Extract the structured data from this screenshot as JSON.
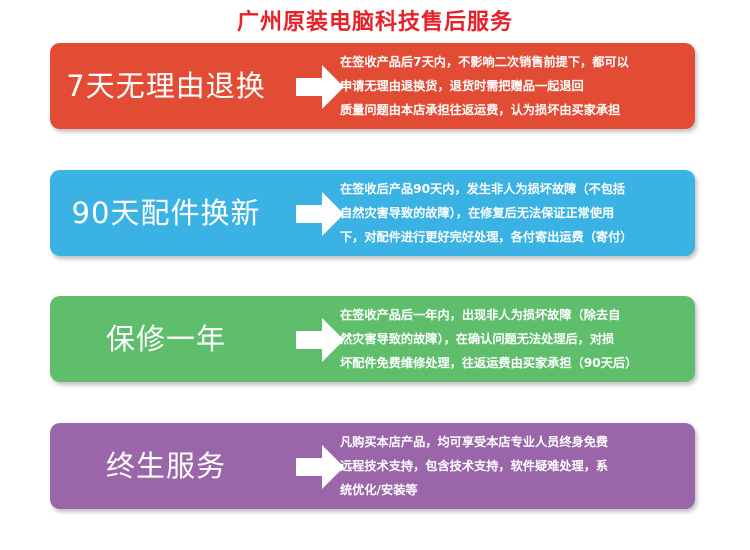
{
  "title": "广州原装电脑科技售后服务",
  "colors": {
    "title": "#e6212a",
    "text": "#ffffff",
    "arrow": "#ffffff"
  },
  "cards": [
    {
      "label": "7天无理由退换",
      "color": "#e24b34",
      "lines": [
        "在签收产品后7天内，不影响二次销售前提下，都可以",
        "申请无理由退换货，退货时需把赠品一起退回",
        "质量问题由本店承担往返运费，认为损坏由买家承担"
      ]
    },
    {
      "label": "90天配件换新",
      "color": "#3ab3e4",
      "lines": [
        "在签收后产品90天内，发生非人为损坏故障（不包括",
        "自然灾害导致的故障），在修复后无法保证正常使用",
        "下，对配件进行更好完好处理，各付寄出运费（寄付）"
      ]
    },
    {
      "label": "保修一年",
      "color": "#5fbe6b",
      "lines": [
        "在签收产品后一年内，出现非人为损坏故障（除去自",
        "然灾害导致的故障），在确认问题无法处理后，对损",
        "坏配件免费维修处理，往返运费由买家承担（90天后）"
      ]
    },
    {
      "label": "终生服务",
      "color": "#9a65a9",
      "lines": [
        "凡购买本店产品，均可享受本店专业人员终身免费",
        "远程技术支持，包含技术支持，软件疑难处理，系",
        "统优化/安装等"
      ]
    }
  ]
}
